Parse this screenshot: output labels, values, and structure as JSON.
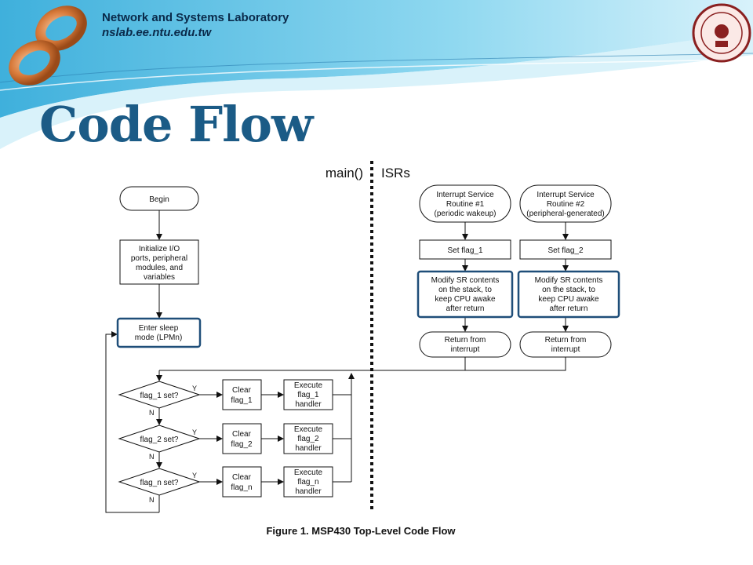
{
  "header": {
    "lab_name": "Network and Systems Laboratory",
    "lab_url": "nslab.ee.ntu.edu.tw",
    "logo_icon": "infinity-knot-logo-icon",
    "seal_icon": "university-seal-icon"
  },
  "slide": {
    "title": "Code Flow"
  },
  "diagram": {
    "main_label": "main()",
    "isr_label": "ISRs",
    "begin": "Begin",
    "init": [
      "Initialize I/O",
      "ports, peripheral",
      "modules, and",
      "variables"
    ],
    "sleep": [
      "Enter sleep",
      "mode (LPMn)"
    ],
    "flags": [
      {
        "question": "flag_1 set?",
        "clear": [
          "Clear",
          "flag_1"
        ],
        "handler": [
          "Execute",
          "flag_1",
          "handler"
        ]
      },
      {
        "question": "flag_2 set?",
        "clear": [
          "Clear",
          "flag_2"
        ],
        "handler": [
          "Execute",
          "flag_2",
          "handler"
        ]
      },
      {
        "question": "flag_n set?",
        "clear": [
          "Clear",
          "flag_n"
        ],
        "handler": [
          "Execute",
          "flag_n",
          "handler"
        ]
      }
    ],
    "yes": "Y",
    "no": "N",
    "isrs": [
      {
        "title": [
          "Interrupt Service",
          "Routine #1",
          "(periodic wakeup)"
        ],
        "set": "Set flag_1",
        "modify": [
          "Modify SR contents",
          "on the stack, to",
          "keep CPU awake",
          "after return"
        ],
        "ret": [
          "Return from",
          "interrupt"
        ]
      },
      {
        "title": [
          "Interrupt Service",
          "Routine #2",
          "(peripheral-generated)"
        ],
        "set": "Set flag_2",
        "modify": [
          "Modify SR contents",
          "on the stack, to",
          "keep CPU awake",
          "after return"
        ],
        "ret": [
          "Return from",
          "interrupt"
        ]
      }
    ],
    "caption": "Figure 1. MSP430 Top-Level Code Flow"
  },
  "colors": {
    "title": "#1b5b86",
    "highlight": "#1f4e79",
    "header_blue": "#5cc4e6"
  }
}
